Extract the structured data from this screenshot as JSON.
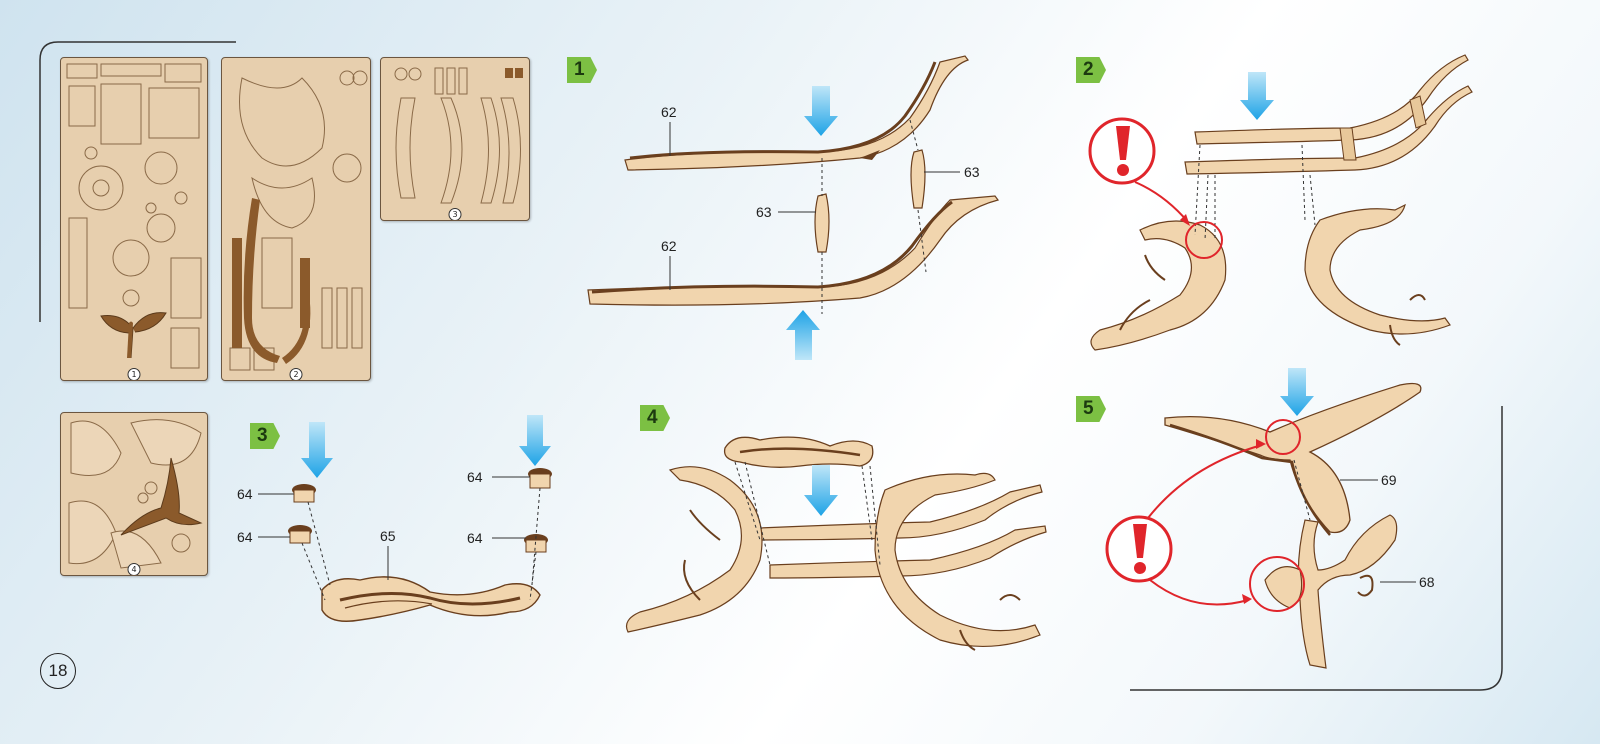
{
  "page": {
    "number": "18"
  },
  "sheets": [
    {
      "num": "1"
    },
    {
      "num": "2"
    },
    {
      "num": "3"
    },
    {
      "num": "4"
    }
  ],
  "steps": {
    "s1": {
      "badge": "1",
      "labels": {
        "a": "62",
        "b": "63",
        "c": "63",
        "d": "62"
      }
    },
    "s2": {
      "badge": "2"
    },
    "s3": {
      "badge": "3",
      "labels": {
        "a": "64",
        "b": "64",
        "c": "64",
        "d": "64",
        "e": "65"
      }
    },
    "s4": {
      "badge": "4"
    },
    "s5": {
      "badge": "5",
      "labels": {
        "a": "69",
        "b": "68"
      }
    }
  },
  "colors": {
    "step_green": "#7cc043",
    "arrow_blue": "#29a8e8",
    "wood_light": "#f1d5ae",
    "wood_dark": "#6a3f1e",
    "warning_red": "#e0252b"
  }
}
